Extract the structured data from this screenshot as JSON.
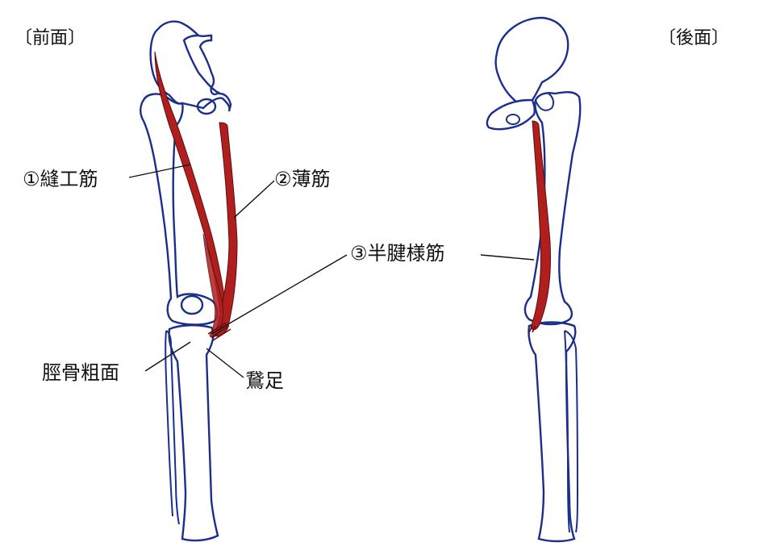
{
  "views": {
    "front": "〔前面〕",
    "back": "〔後面〕"
  },
  "labels": {
    "sartorius": "①縫工筋",
    "gracilis": "②薄筋",
    "semitendinosus": "③半腱様筋",
    "tibial_tuberosity": "脛骨粗面",
    "pes_anserinus": "鵞足"
  },
  "colors": {
    "bone_outline": "#1a2f8c",
    "muscle_fill": "#b01e1e",
    "muscle_edge": "#5a0f0f",
    "leader_line": "#111111",
    "background": "#ffffff"
  }
}
